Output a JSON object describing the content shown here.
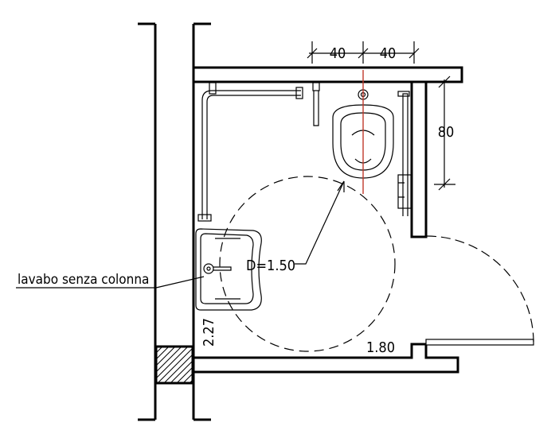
{
  "dimensions": {
    "left_40": "40",
    "right_40": "40",
    "wc_depth": "80",
    "turning_circle": "D=1.50",
    "room_width": "1.80",
    "room_depth": "2.27"
  },
  "annotations": {
    "washbasin": "lavabo senza colonna"
  },
  "colors": {
    "ink": "#000000",
    "axis": "#c0392b"
  }
}
